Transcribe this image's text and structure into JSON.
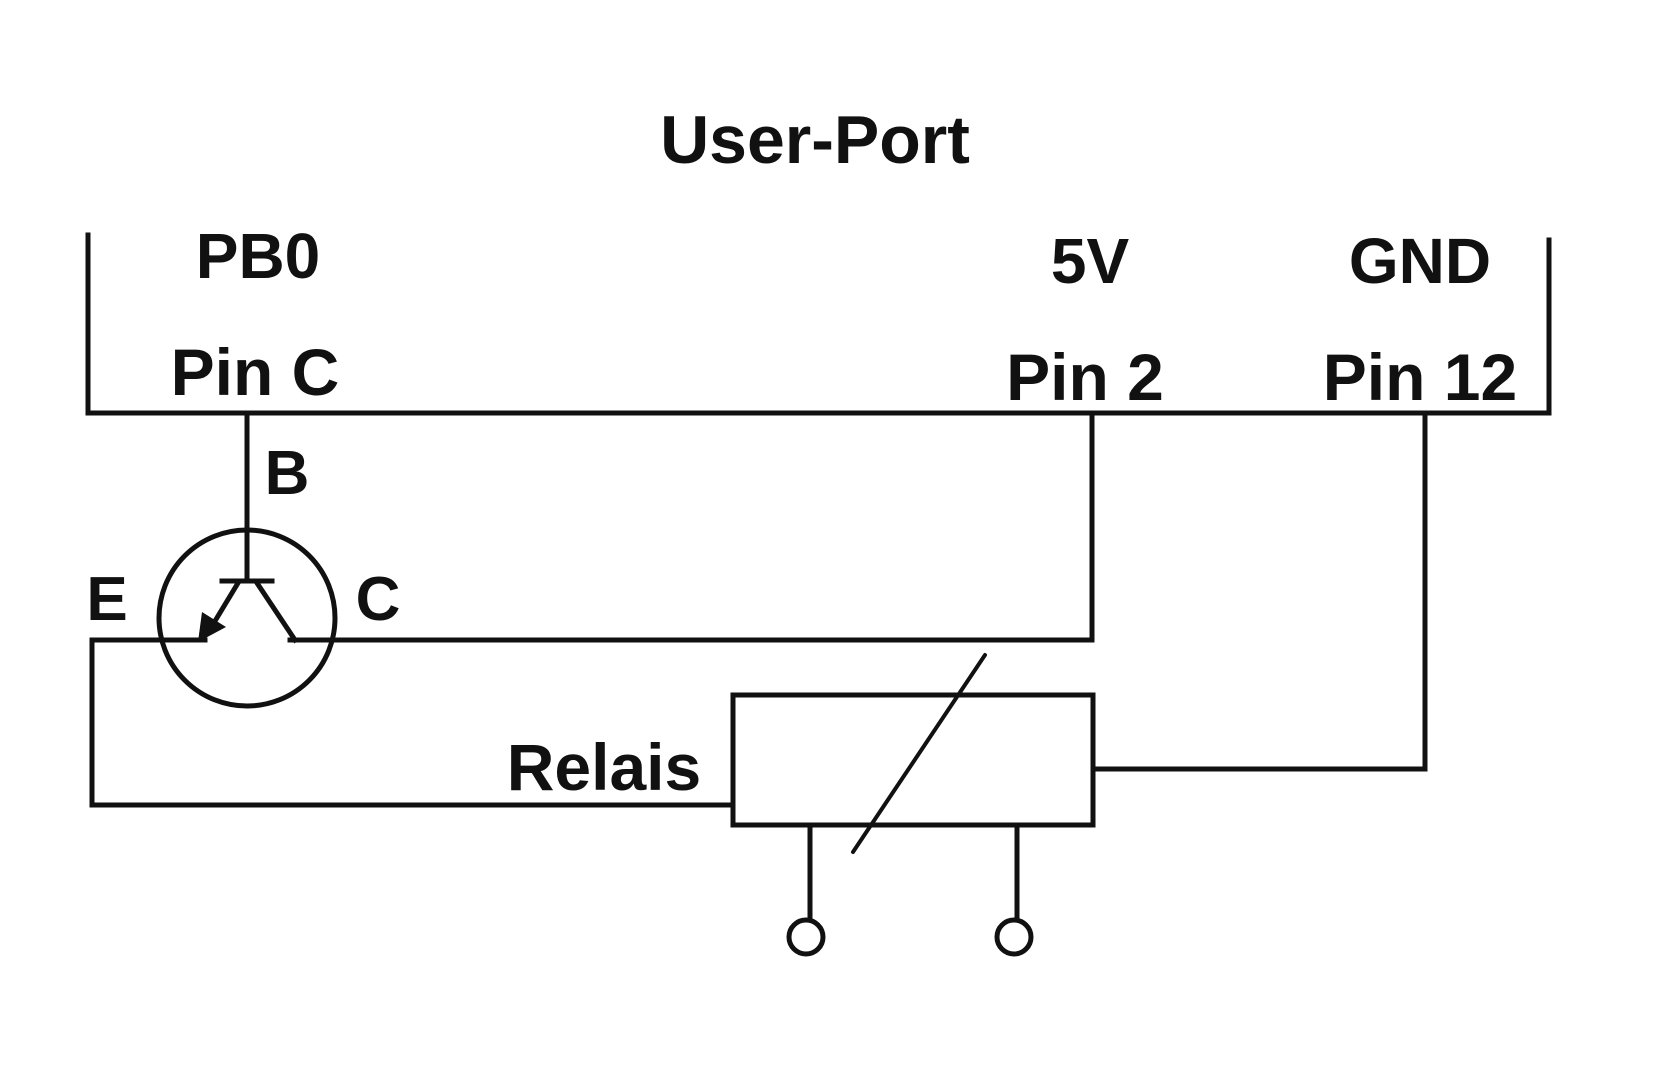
{
  "title": "User-Port",
  "port": {
    "pb0": {
      "signal": "PB0",
      "pin": "Pin C"
    },
    "vcc": {
      "signal": "5V",
      "pin": "Pin 2"
    },
    "gnd": {
      "signal": "GND",
      "pin": "Pin 12"
    }
  },
  "transistor": {
    "base": "B",
    "emitter": "E",
    "collector": "C"
  },
  "relay": {
    "label": "Relais"
  },
  "colors": {
    "ink": "#111111",
    "paper": "#ffffff"
  }
}
